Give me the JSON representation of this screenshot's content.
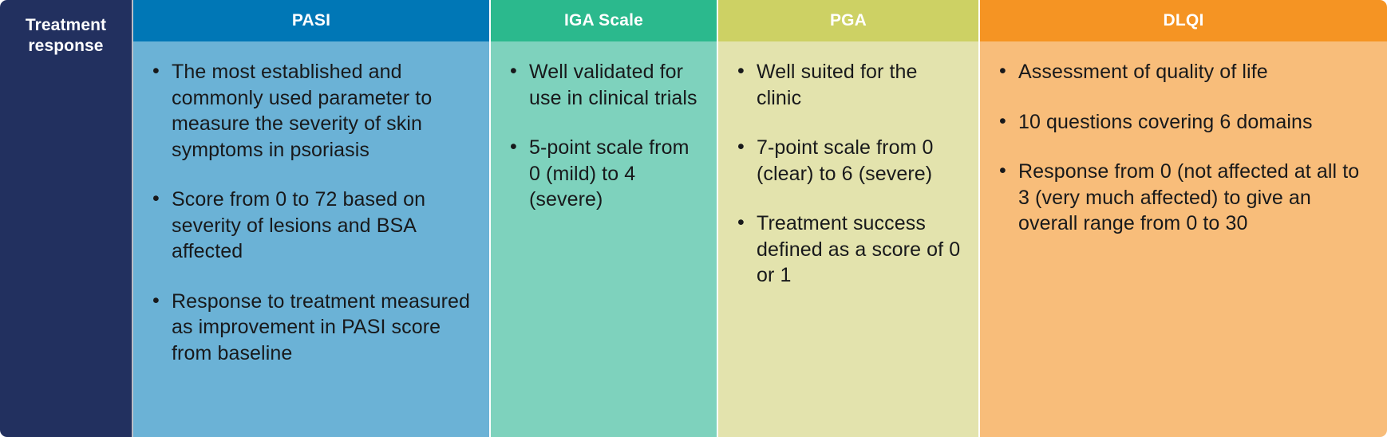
{
  "table": {
    "row_label": "Treatment response",
    "columns": [
      {
        "id": "pasi",
        "header": "PASI",
        "header_color": "#0077b6",
        "body_color": "#6bb2d6",
        "bullets": [
          "The most established and commonly used parameter to measure the severity of skin symptoms in psoriasis",
          "Score from 0 to 72 based on severity of lesions and BSA affected",
          "Response to treatment measured as improvement in PASI score from baseline"
        ]
      },
      {
        "id": "iga",
        "header": "IGA Scale",
        "header_color": "#2bb98d",
        "body_color": "#7ed2bd",
        "bullets": [
          "Well validated for use in clinical trials",
          "5-point scale from 0 (mild) to 4 (severe)"
        ]
      },
      {
        "id": "pga",
        "header": "PGA",
        "header_color": "#cdd164",
        "body_color": "#e3e3ad",
        "bullets": [
          "Well suited for the clinic",
          "7-point scale from 0 (clear) to 6 (severe)",
          "Treatment success defined as a score of 0 or 1"
        ]
      },
      {
        "id": "dlqi",
        "header": "DLQI",
        "header_color": "#f59423",
        "body_color": "#f8bd7a",
        "bullets": [
          "Assessment of quality of life",
          "10 questions covering 6 domains",
          "Response from 0 (not affected at all to 3 (very much affected) to give an overall range from 0 to 30"
        ]
      }
    ],
    "label_cell_color": "#22305f",
    "text_color": "#18191b"
  }
}
